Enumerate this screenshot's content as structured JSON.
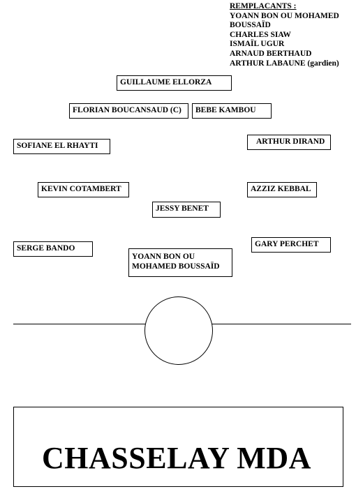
{
  "substitutes": {
    "title": "REMPLACANTS :",
    "lines": [
      "YOANN BON OU MOHAMED",
      "BOUSSAÏD",
      "CHARLES SIAW",
      "ISMAÏL UGUR",
      "ARNAUD BERTHAUD",
      "ARTHUR LABAUNE (gardien)"
    ]
  },
  "players": {
    "goalkeeper": "GUILLAUME ELLORZA",
    "cb_left": "FLORIAN BOUCANSAUD (C)",
    "cb_right": "BEBE KAMBOU",
    "lb": "SOFIANE EL RHAYTI",
    "rb": "ARTHUR  DIRAND",
    "lm": "KEVIN COTAMBERT",
    "rm": "AZZIZ KEBBAL",
    "dm": "JESSY BENET",
    "lw": "SERGE BANDO",
    "rw": "GARY PERCHET",
    "st_line1": "YOANN BON OU",
    "st_line2": "MOHAMED BOUSSAÏD"
  },
  "banner": {
    "team_name": "CHASSELAY MDA"
  }
}
